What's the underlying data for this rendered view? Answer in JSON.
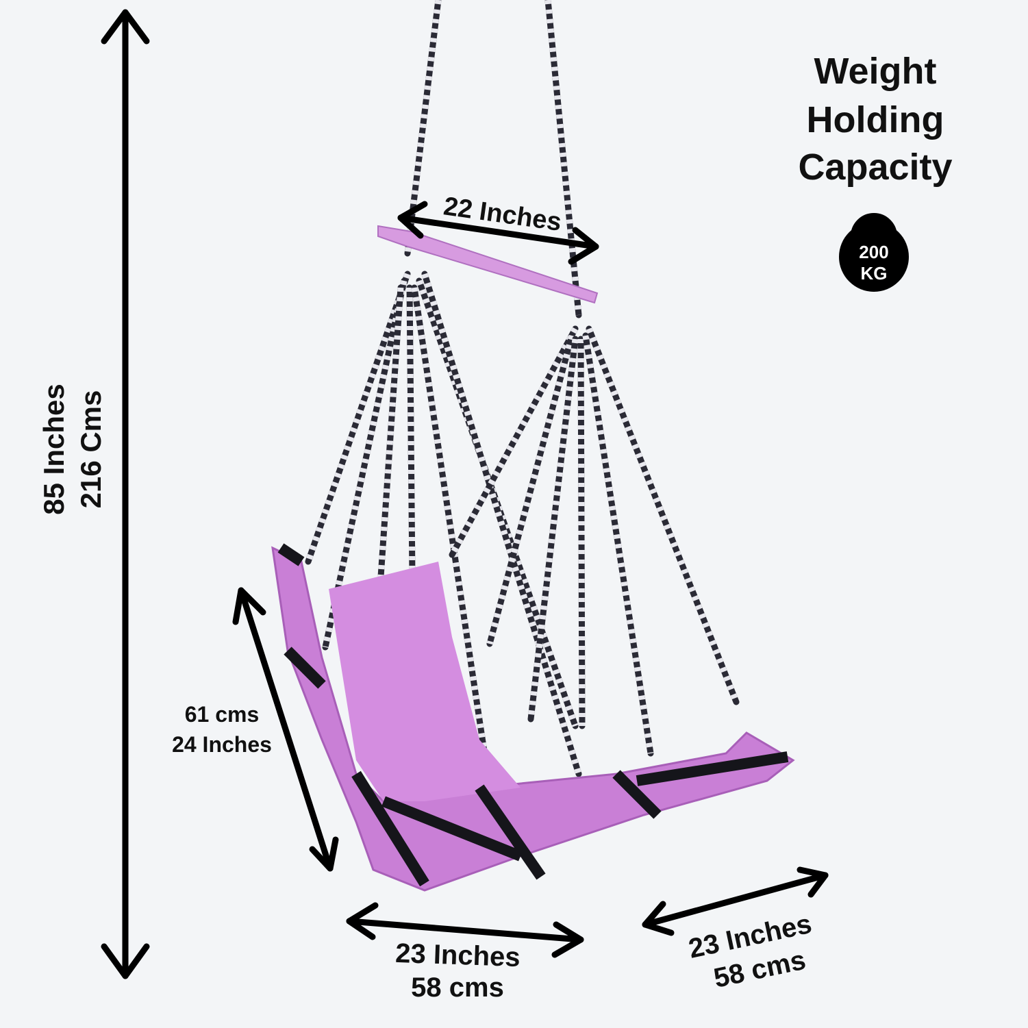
{
  "product": {
    "colors": {
      "cushion": "#c97fd6",
      "cushion_dark": "#a85fb8",
      "strap": "#15151a",
      "background": "#f3f5f7"
    }
  },
  "dimensions": {
    "height": {
      "inches": "85 Inches",
      "cms": "216 Cms"
    },
    "top_bar": {
      "inches": "22 Inches"
    },
    "backrest": {
      "cms": "61 cms",
      "inches": "24 Inches"
    },
    "seat_width": {
      "inches": "23 Inches",
      "cms": "58 cms"
    },
    "seat_depth": {
      "inches": "23 Inches",
      "cms": "58 cms"
    }
  },
  "capacity": {
    "title_lines": [
      "Weight",
      "Holding",
      "Capacity"
    ],
    "value": "200",
    "unit": "KG",
    "icon": "kettlebell-icon"
  }
}
